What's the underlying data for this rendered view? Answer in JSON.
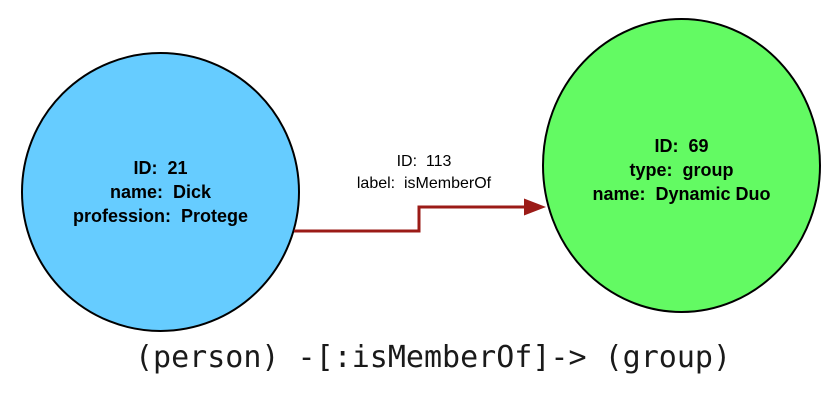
{
  "colors": {
    "person_fill": "#66ccff",
    "group_fill": "#63fa63",
    "edge": "#9b1b17"
  },
  "person_node": {
    "lines": [
      "ID:  21",
      "name:  Dick",
      "profession:  Protege"
    ]
  },
  "group_node": {
    "lines": [
      "ID:  69",
      "type:  group",
      "name:  Dynamic Duo"
    ]
  },
  "edge": {
    "lines": [
      "ID:  113",
      "label:  isMemberOf"
    ]
  },
  "caption": "(person) -[:isMemberOf]-> (group)"
}
